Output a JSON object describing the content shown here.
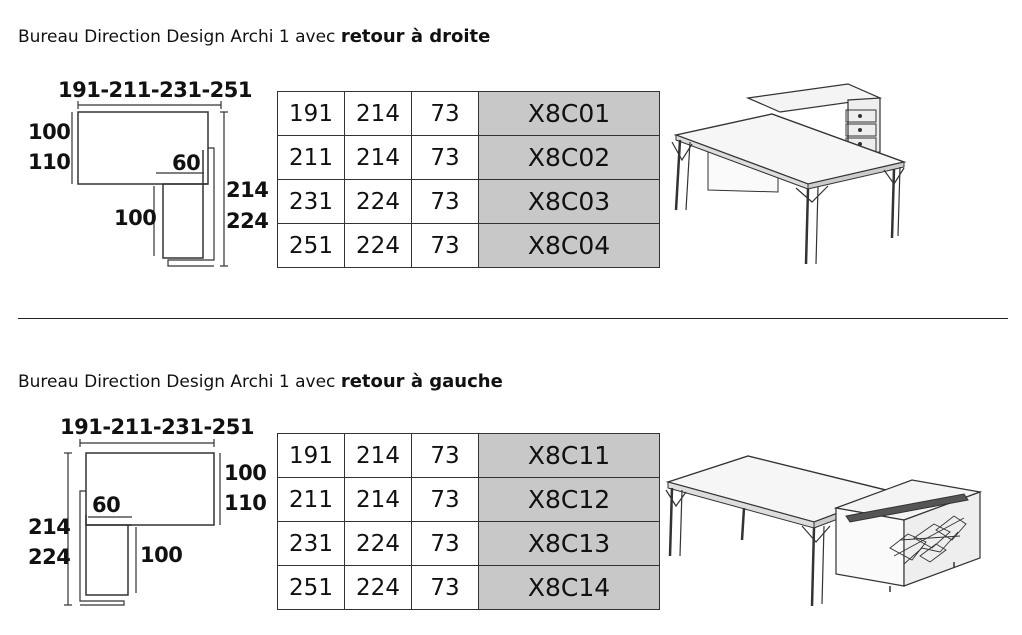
{
  "sections": [
    {
      "title_prefix": "Bureau Direction Design Archi 1 avec ",
      "title_bold": "retour à droite",
      "dims": {
        "width": "191-211-231-251",
        "depth_a": "100",
        "depth_b": "110",
        "return_width": "60",
        "return_depth": "100",
        "length_a": "214",
        "length_b": "224"
      },
      "rows": [
        {
          "w": "191",
          "l": "214",
          "h": "73",
          "code": "X8C01"
        },
        {
          "w": "211",
          "l": "214",
          "h": "73",
          "code": "X8C02"
        },
        {
          "w": "231",
          "l": "224",
          "h": "73",
          "code": "X8C03"
        },
        {
          "w": "251",
          "l": "224",
          "h": "73",
          "code": "X8C04"
        }
      ]
    },
    {
      "title_prefix": "Bureau Direction Design Archi 1 avec ",
      "title_bold": "retour à gauche",
      "dims": {
        "width": "191-211-231-251",
        "depth_a": "100",
        "depth_b": "110",
        "return_width": "60",
        "return_depth": "100",
        "length_a": "214",
        "length_b": "224"
      },
      "rows": [
        {
          "w": "191",
          "l": "214",
          "h": "73",
          "code": "X8C11"
        },
        {
          "w": "211",
          "l": "214",
          "h": "73",
          "code": "X8C12"
        },
        {
          "w": "231",
          "l": "224",
          "h": "73",
          "code": "X8C13"
        },
        {
          "w": "251",
          "l": "224",
          "h": "73",
          "code": "X8C14"
        }
      ]
    }
  ],
  "colors": {
    "code_cell": "#c8c8c8",
    "line": "#333333"
  }
}
